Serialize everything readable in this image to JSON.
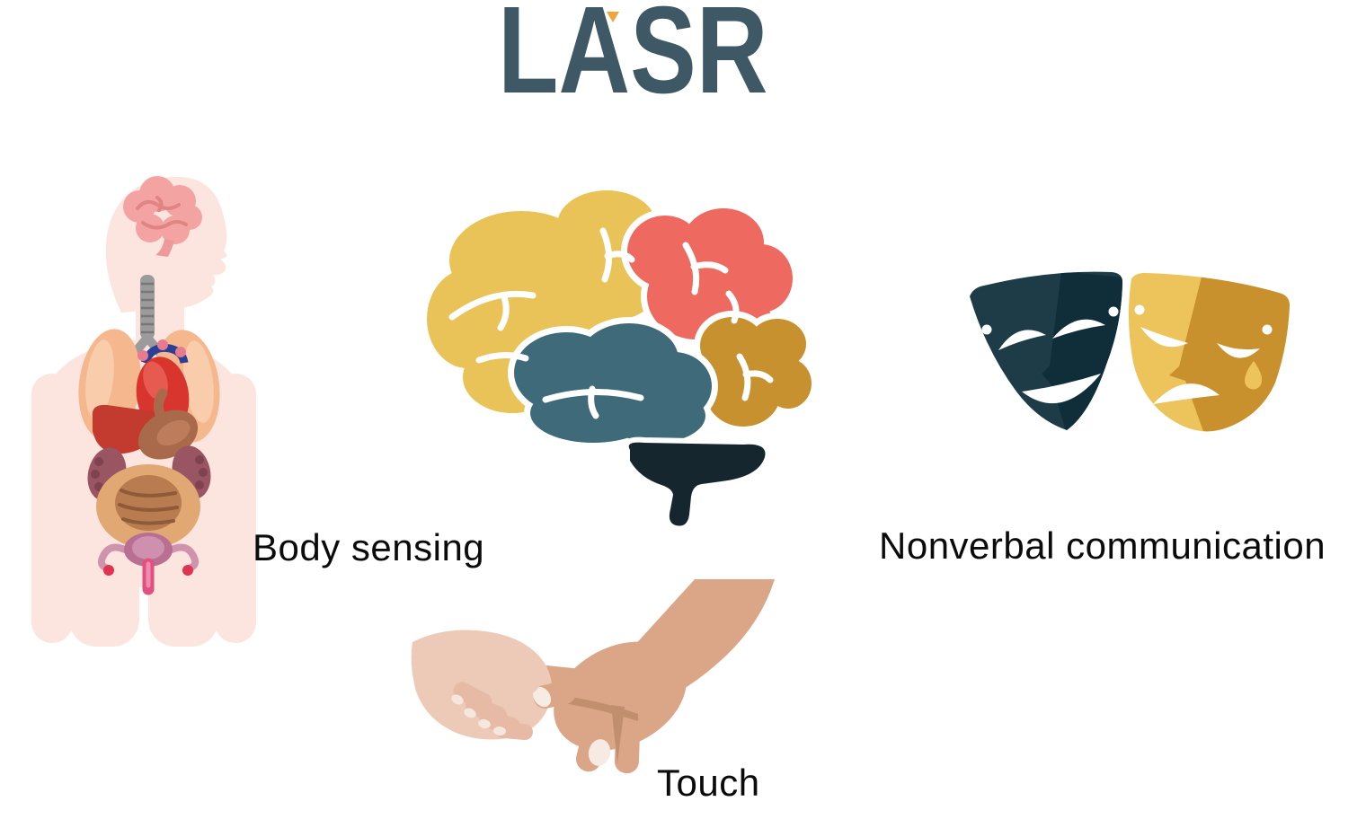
{
  "title": {
    "text": "LASR"
  },
  "sections": {
    "body_sensing": {
      "label": "Body sensing",
      "icon": "human-body-organs-icon"
    },
    "nonverbal": {
      "label": "Nonverbal communication",
      "icon": "theater-masks-icon"
    },
    "touch": {
      "label": "Touch",
      "icon": "holding-hands-icon"
    }
  },
  "center_icon": "brain-lobes-icon",
  "colors": {
    "title": "#3e5866",
    "title_accent": "#f2a43c",
    "label": "#0b0b0b",
    "brain_frontal": "#e9c258",
    "brain_parietal": "#ee6a60",
    "brain_temporal": "#3f6a79",
    "brain_occipital": "#c8912f",
    "brain_cerebellum": "#16262e",
    "mask_dark": "#1d3c47",
    "mask_dark_shade": "#0f2e3a",
    "mask_gold": "#edc45c",
    "mask_gold_shade": "#c9912e",
    "body_silhouette": "#fbe5de",
    "body_brain_pink": "#f4a3a3",
    "lungs": "#f5b78e",
    "heart": "#d8352f",
    "liver": "#c23b2e",
    "stomach": "#a96a4c",
    "kidneys": "#9a5563",
    "intestines": "#e2a873",
    "intestines_inner": "#b97c51",
    "pelvis_pink": "#cf8fae",
    "skin_small_hand": "#edcab8",
    "skin_large_hand": "#dba687"
  }
}
